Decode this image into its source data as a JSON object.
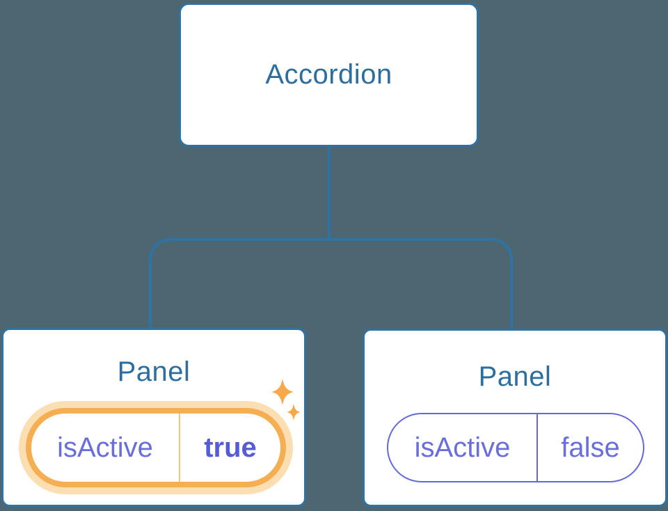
{
  "diagram": {
    "type": "component-tree",
    "root": {
      "label": "Accordion"
    },
    "children": [
      {
        "label": "Panel",
        "state": {
          "key": "isActive",
          "value": "true"
        },
        "highlighted": true,
        "icon": "sparkles-icon"
      },
      {
        "label": "Panel",
        "state": {
          "key": "isActive",
          "value": "false"
        },
        "highlighted": false
      }
    ]
  },
  "colors": {
    "background": "#4D6772",
    "node_fill": "#FFFFFF",
    "node_border_blue": "#2F72A4",
    "title_blue": "#2D6E9E",
    "state_purple": "#6A6EDB",
    "state_purple_bold": "#555CD6",
    "highlight_orange": "#F5AE52",
    "highlight_glow": "#FBDEB1",
    "sparkle_orange": "#F5A94B"
  }
}
